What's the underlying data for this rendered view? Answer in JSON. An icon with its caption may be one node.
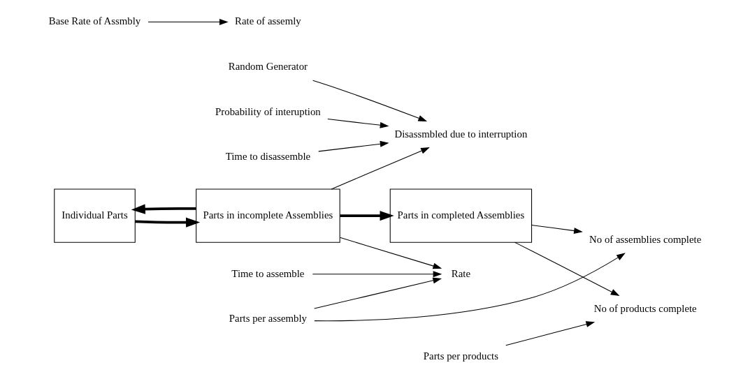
{
  "diagram": {
    "nodes": [
      {
        "text": [
          "Random Generator"
        ]
      },
      {
        "text": [
          "Probability of interuption"
        ]
      },
      {
        "text": [
          "Time to disassemble"
        ]
      },
      {
        "text": [
          "Time to assemble"
        ]
      },
      {
        "text": [
          "Disassmbled due to interruption"
        ]
      },
      {
        "text": [
          "Individual Parts"
        ]
      },
      {
        "text": [
          "Parts in incomplete Assemblies"
        ]
      },
      {
        "text": [
          "Rate"
        ]
      },
      {
        "text": [
          "Parts in completed Assemblies"
        ]
      },
      {
        "text": [
          "Rate of assemly"
        ]
      },
      {
        "text": [
          "Base Rate of Assmbly"
        ]
      },
      {
        "text": [
          "Parts per assembly"
        ]
      },
      {
        "text": [
          "No of assemblies complete"
        ]
      },
      {
        "text": [
          "Parts per products"
        ]
      },
      {
        "text": [
          "No of products complete"
        ]
      }
    ],
    "edges": [
      {
        "from": 0,
        "to": 4,
        "arrow": "to"
      },
      {
        "from": 1,
        "to": 4,
        "arrow": "to"
      },
      {
        "from": 2,
        "to": 4,
        "arrow": "to"
      },
      {
        "from": 6,
        "to": 4,
        "arrow": "to"
      },
      {
        "from": 6,
        "to": 5,
        "arrow": "to",
        "style": "thick"
      },
      {
        "from": 5,
        "to": 6,
        "arrow": "to",
        "style": "thick"
      },
      {
        "from": 10,
        "to": 9,
        "arrow": "to"
      },
      {
        "from": 6,
        "to": 7,
        "arrow": "to"
      },
      {
        "from": 3,
        "to": 7,
        "arrow": "to"
      },
      {
        "from": 11,
        "to": 7,
        "arrow": "to"
      },
      {
        "from": 6,
        "to": 8,
        "arrow": "to",
        "style": "thick"
      },
      {
        "from": 11,
        "to": 12,
        "arrow": "to"
      },
      {
        "from": 8,
        "to": 12,
        "arrow": "to"
      },
      {
        "from": 13,
        "to": 14,
        "arrow": "to"
      },
      {
        "from": 8,
        "to": 14,
        "arrow": "to"
      }
    ]
  }
}
